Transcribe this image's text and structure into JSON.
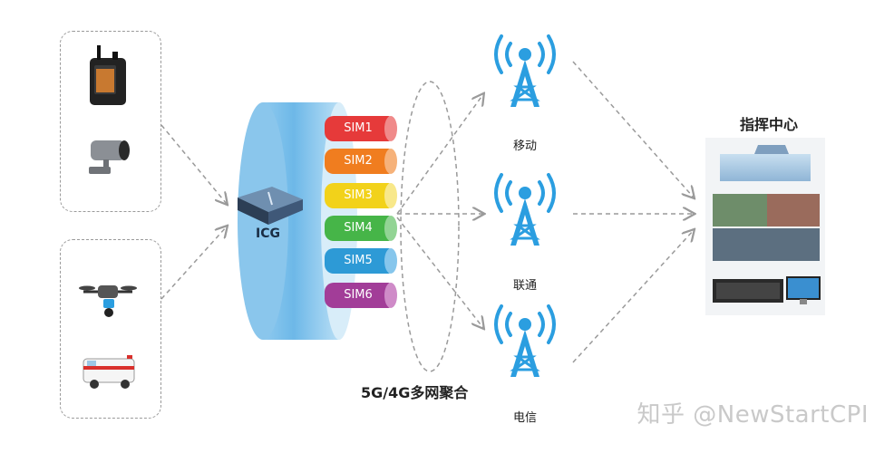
{
  "gateway": {
    "label": "ICG"
  },
  "sims": [
    {
      "label": "SIM1",
      "color": "#e63a3a",
      "end": "#f08a8a"
    },
    {
      "label": "SIM2",
      "color": "#f07d1f",
      "end": "#f6b27a"
    },
    {
      "label": "SIM3",
      "color": "#f2d21a",
      "end": "#f8e88a"
    },
    {
      "label": "SIM4",
      "color": "#46b548",
      "end": "#92d494"
    },
    {
      "label": "SIM5",
      "color": "#2d9ad6",
      "end": "#86c6ec"
    },
    {
      "label": "SIM6",
      "color": "#a23d98",
      "end": "#cf8bc8"
    }
  ],
  "aggregation_label": "5G/4G多网聚合",
  "carriers": [
    {
      "label": "移动"
    },
    {
      "label": "联通"
    },
    {
      "label": "电信"
    }
  ],
  "command_center": {
    "title": "指挥中心"
  },
  "watermark": "知乎 @NewStartCPI",
  "colors": {
    "tower": "#2b9ee0",
    "cylinder": "#7fc1ea",
    "arrow": "#9a9a9a"
  }
}
